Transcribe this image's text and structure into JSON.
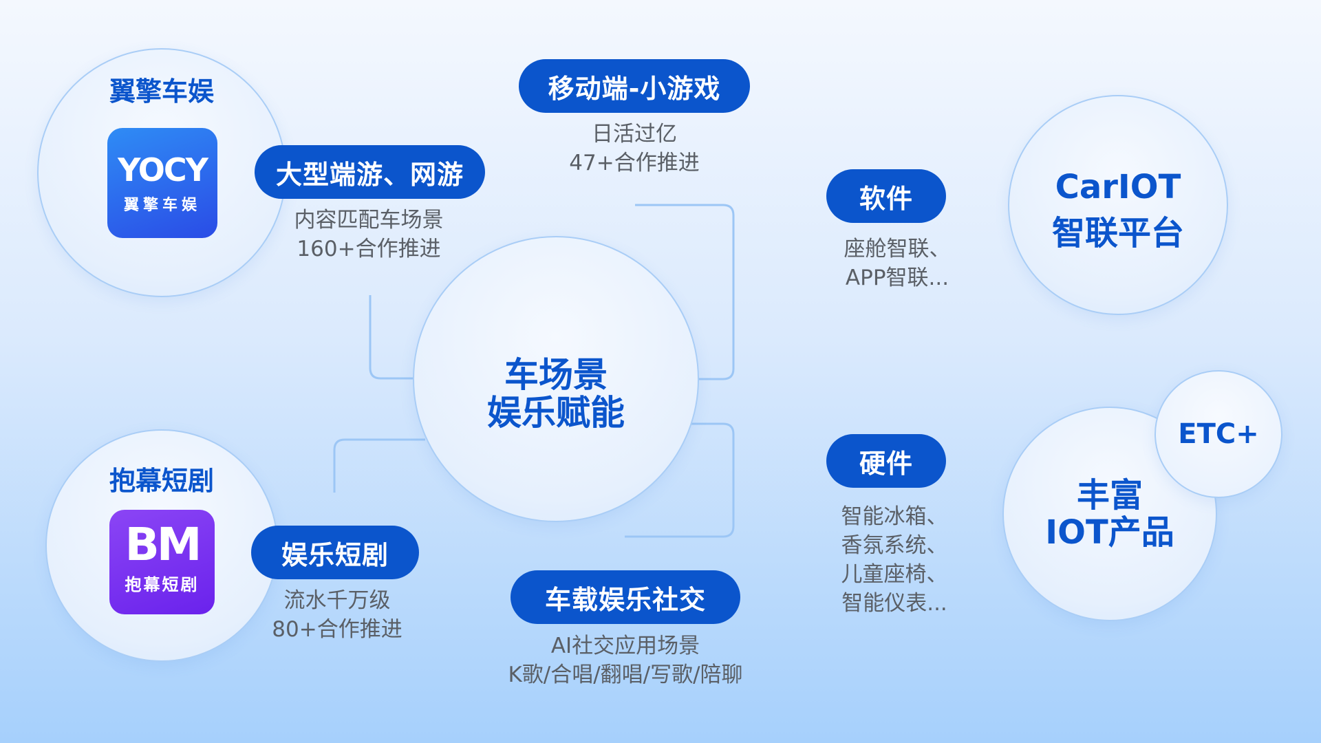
{
  "center": {
    "line1": "车场景",
    "line2": "娱乐赋能"
  },
  "yocy": {
    "title": "翼擎车娱",
    "logo_text": "YOCY",
    "logo_sub": "翼擎车娱"
  },
  "baomu": {
    "title": "抱幕短剧",
    "logo_text": "BM",
    "logo_sub": "抱幕短剧"
  },
  "items": [
    {
      "label": "移动端-小游戏",
      "lines": [
        "日活过亿",
        "47+合作推进"
      ]
    },
    {
      "label": "大型端游、网游",
      "lines": [
        "内容匹配车场景",
        "160+合作推进"
      ]
    },
    {
      "label": "娱乐短剧",
      "lines": [
        "流水千万级",
        "80+合作推进"
      ]
    },
    {
      "label": "车载娱乐社交",
      "lines": [
        "AI社交应用场景",
        "K歌/合唱/翻唱/写歌/陪聊"
      ]
    },
    {
      "label": "软件",
      "lines": [
        "座舱智联、",
        "APP智联..."
      ]
    },
    {
      "label": "硬件",
      "lines": [
        "智能冰箱、",
        "香氛系统、",
        "儿童座椅、",
        "智能仪表..."
      ]
    }
  ],
  "carIOT": {
    "line1": "CarIOT",
    "line2": "智联平台"
  },
  "iot": {
    "line1": "丰富",
    "line2": "IOT产品"
  },
  "etc": {
    "label": "ETC+"
  }
}
